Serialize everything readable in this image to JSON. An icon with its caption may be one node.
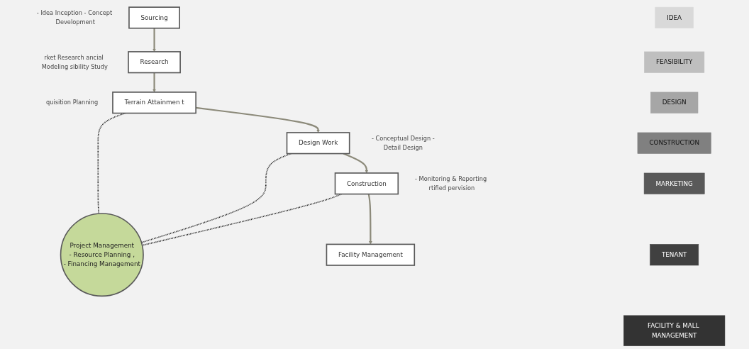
{
  "diagram": {
    "nodes": [
      {
        "text": [
          "IDEA"
        ]
      },
      {
        "text": [
          "Terrain Attainmen t"
        ],
        "beside": [
          "quisition Planning"
        ]
      },
      {
        "text": [
          "Design Work"
        ],
        "beside": [
          "- Conceptual Design -Detail Design"
        ]
      },
      {
        "text": [
          "FEASIBILITY"
        ]
      },
      {
        "text": [
          "Project Management",
          "- Resource Planning ,",
          "- Financing Management"
        ]
      },
      {
        "text": [
          "DESIGN"
        ]
      },
      {
        "text": [
          "Research"
        ],
        "beside": [
          "rket Research ancial Modeling sibility Study"
        ]
      },
      {
        "text": [
          "Construction"
        ],
        "beside": [
          "- Monitoring & Reporting rtified pervision"
        ]
      },
      {
        "text": [
          "CONSTRUCTION"
        ]
      },
      {
        "text": [
          "MARKETING"
        ]
      },
      {
        "text": [
          "Sourcing"
        ],
        "beside": [
          "- Idea Inception - Concept Development"
        ]
      },
      {
        "text": [
          "Facility Management"
        ]
      },
      {
        "text": [
          "TENANT"
        ]
      },
      {
        "text": [
          "FACILITY & MALL MANAGEMENT"
        ]
      }
    ],
    "edges": [
      {
        "from": 1,
        "to": 2,
        "arrow": "to"
      },
      {
        "from": 2,
        "to": 7,
        "arrow": "to"
      },
      {
        "from": 7,
        "to": 11,
        "arrow": "to"
      },
      {
        "from": 10,
        "to": 6,
        "arrow": "to"
      },
      {
        "from": 6,
        "to": 1,
        "arrow": "to"
      },
      {
        "from": 1,
        "to": 4,
        "arrow": "none",
        "style": "dashed",
        "color": "#222222"
      },
      {
        "from": 2,
        "to": 4,
        "arrow": "none",
        "style": "dashed",
        "color": "#222222"
      },
      {
        "from": 7,
        "to": 4,
        "arrow": "none",
        "style": "dashed",
        "color": "#222222"
      }
    ]
  }
}
